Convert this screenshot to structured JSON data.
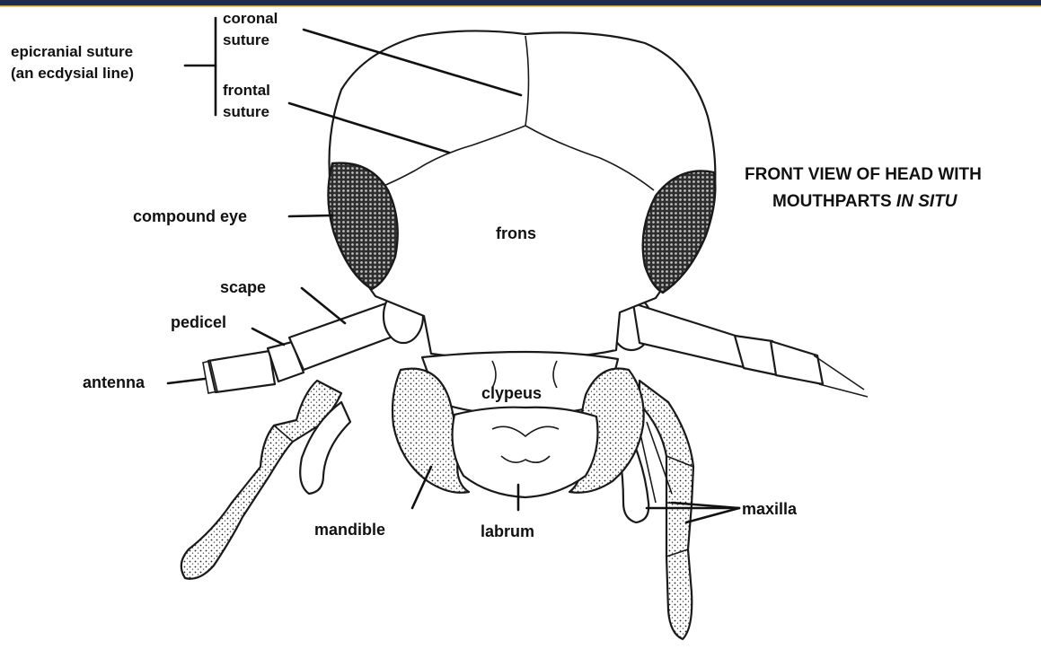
{
  "colors": {
    "top_bar": "#1f2d4e",
    "top_bar_accent": "#c9a227",
    "ink": "#111111",
    "eye_fill": "#3a3a3a"
  },
  "title": {
    "line1": "FRONT VIEW OF HEAD WITH",
    "line2_prefix": "MOUTHPARTS ",
    "line2_italic": "IN SITU"
  },
  "labels": {
    "epicranial_line1": "epicranial suture",
    "epicranial_line2": "(an ecdysial line)",
    "coronal_line1": "coronal",
    "coronal_line2": "suture",
    "frontal_line1": "frontal",
    "frontal_line2": "suture",
    "compound_eye": "compound eye",
    "frons": "frons",
    "scape": "scape",
    "pedicel": "pedicel",
    "antenna": "antenna",
    "clypeus": "clypeus",
    "mandible": "mandible",
    "labrum": "labrum",
    "maxilla": "maxilla"
  }
}
